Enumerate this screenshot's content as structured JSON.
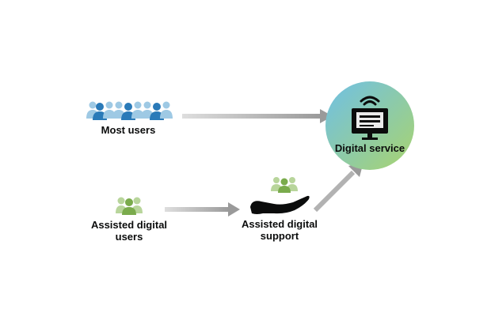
{
  "nodes": {
    "most_users": {
      "label": "Most users"
    },
    "assisted_users": {
      "label_lines": [
        "Assisted digital",
        "users"
      ]
    },
    "assisted_support": {
      "label_lines": [
        "Assisted digital",
        "support"
      ]
    },
    "digital_service": {
      "label": "Digital service"
    }
  },
  "colors": {
    "blue_person_light": "#9ec9e4",
    "blue_person_dark": "#2a7ab8",
    "green_person_light": "#b8d59b",
    "green_person_dark": "#7aab4c",
    "arrow": "#a5a5a5",
    "circle_top_left": "#6fc0e6",
    "circle_bottom_right": "#a9d46e",
    "icon_dark": "#0b0c0c"
  },
  "icons": {
    "most_users": "group-of-people-icon",
    "assisted_users": "group-of-people-icon",
    "assisted_support": "hand-holding-people-icon",
    "digital_service": "computer-wifi-icon"
  }
}
